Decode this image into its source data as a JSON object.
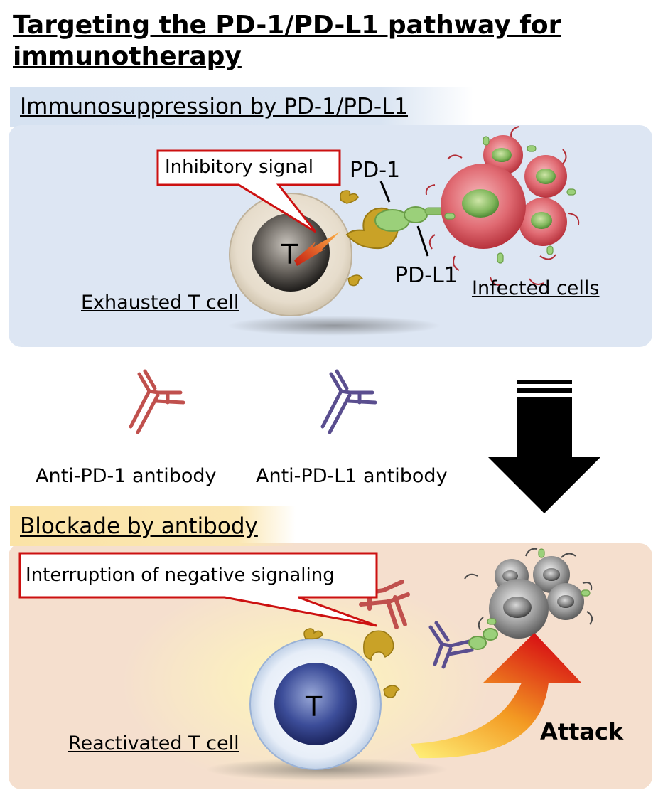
{
  "title": "Targeting the PD-1/PD-L1 pathway for immunotherapy",
  "top_section": {
    "heading": "Immunosuppression by PD-1/PD-L1",
    "callout": "Inhibitory signal",
    "t_cell_letter": "T",
    "pd1_label": "PD-1",
    "pdl1_label": "PD-L1",
    "t_cell_label": "Exhausted T cell",
    "infected_label": "Infected cells"
  },
  "antibodies": {
    "anti_pd1": "Anti-PD-1 antibody",
    "anti_pdl1": "Anti-PD-L1 antibody"
  },
  "bottom_section": {
    "heading": "Blockade by antibody",
    "callout": "Interruption of negative signaling",
    "t_cell_letter": "T",
    "t_cell_label": "Reactivated T cell",
    "attack_label": "Attack"
  },
  "colors": {
    "top_panel": "#dde6f3",
    "bottom_panel": "#f5dfce",
    "callout_border": "#cc1111",
    "anti_pd1_antibody": "#c0504d",
    "anti_pdl1_antibody": "#5a4e8f",
    "infected_cell": "#d9535b",
    "receptor_gold": "#c9a227",
    "ligand_green": "#8cc06a"
  }
}
